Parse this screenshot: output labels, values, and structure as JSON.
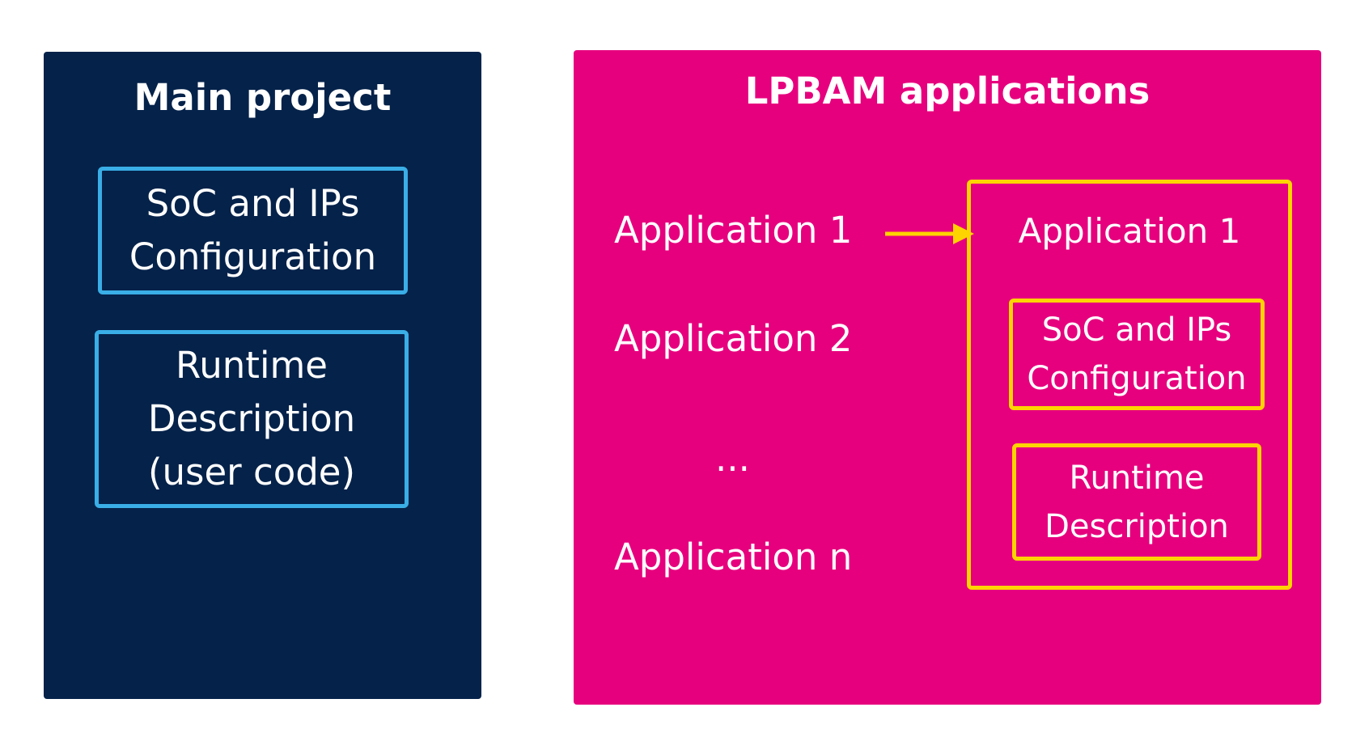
{
  "main_project": {
    "title": "Main project",
    "color": "#05224a",
    "border_color": "#3aaee6",
    "config_box": {
      "line1": "SoC and IPs",
      "line2": "Configuration"
    },
    "runtime_box": {
      "line1": "Runtime",
      "line2": "Description",
      "line3": "(user code)"
    }
  },
  "lpbam": {
    "title": "LPBAM applications",
    "color": "#e6007e",
    "border_color": "#fdd400",
    "apps": [
      "Application 1",
      "Application 2",
      "...",
      "Application n"
    ],
    "detail": {
      "title": "Application 1",
      "config_box": {
        "line1": "SoC and IPs",
        "line2": "Configuration"
      },
      "runtime_box": {
        "line1": "Runtime",
        "line2": "Description"
      }
    }
  }
}
